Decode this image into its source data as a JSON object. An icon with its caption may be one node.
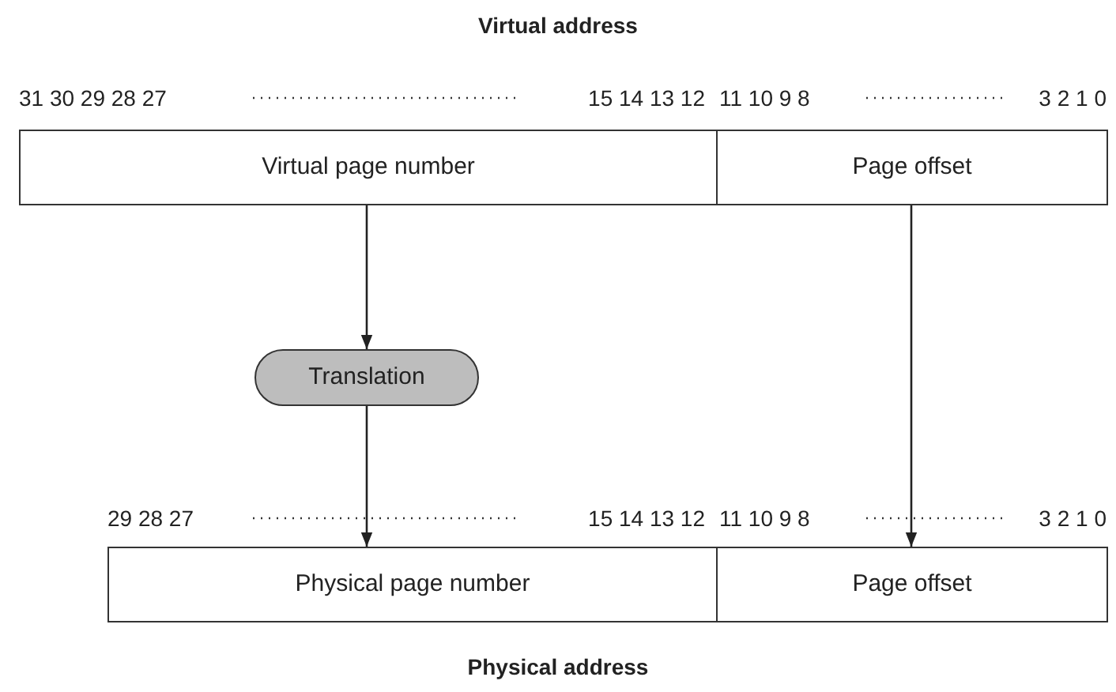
{
  "diagram": {
    "title": "Virtual address",
    "caption": "Physical address",
    "nodes": [
      {
        "text": [
          "Virtual page number"
        ]
      },
      {
        "text": [
          "Page offset"
        ]
      },
      {
        "text": [
          "Translation"
        ]
      },
      {
        "text": [
          "Physical page number"
        ]
      },
      {
        "text": [
          "Page offset"
        ]
      }
    ],
    "edges": [
      {
        "from": 0,
        "to": 2,
        "arrow": "to"
      },
      {
        "from": 2,
        "to": 3,
        "arrow": "to"
      },
      {
        "from": 1,
        "to": 4,
        "arrow": "to"
      }
    ],
    "labels": [
      "31 30 29 28 27",
      "15 14 13 12",
      "11 10 9 8",
      "3 2 1 0",
      "29 28 27",
      "15 14 13 12",
      "11 10 9 8",
      "3 2 1 0"
    ]
  }
}
